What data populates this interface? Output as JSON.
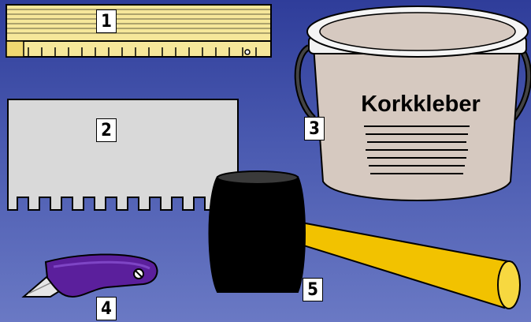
{
  "labels": {
    "ruler": "1",
    "trowel": "2",
    "bucket": "3",
    "knife": "4",
    "mallet": "5"
  },
  "bucket": {
    "text": "Korkkleber"
  },
  "colors": {
    "ruler": "#f6e79a",
    "trowel": "#d9d9d9",
    "bucket": "#d6c9c0",
    "knife_handle": "#5b1f9c",
    "mallet_head": "#000000",
    "mallet_handle": "#f2c200"
  },
  "icons": [
    "folding-ruler-icon",
    "notched-trowel-icon",
    "glue-bucket-icon",
    "utility-knife-icon",
    "rubber-mallet-icon"
  ]
}
